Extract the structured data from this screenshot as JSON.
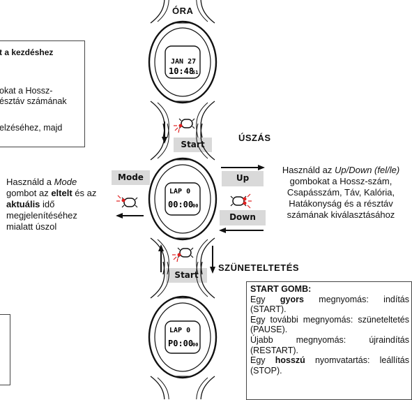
{
  "headings": {
    "ora": "ÓRA",
    "uszas": "ÚSZÁS",
    "szunet": "SZÜNETELTETÉS"
  },
  "top_left_box": {
    "title": "t a kezdéshez",
    "line1": "okat a Hossz-",
    "line2": "észtáv számának",
    "line3": "elzéséhez, majd"
  },
  "buttons": {
    "start_top": "Start",
    "start_bottom": "Start",
    "mode": "Mode",
    "up": "Up",
    "down": "Down"
  },
  "watches": {
    "top": {
      "line1": "JAN 27",
      "line2": "10:48",
      "sec": "51"
    },
    "middle": {
      "line1": "LAP  0",
      "line2": "00:00",
      "sec": "00"
    },
    "bottom": {
      "line1": "LAP  0",
      "line2": "P0:00",
      "sec": "00"
    }
  },
  "mode_note": {
    "p1": "Használd a ",
    "mode_word": "Mode",
    "p2": " gombot az ",
    "b1": "eltelt",
    "p3": " és az ",
    "b2": "aktuális",
    "p4": " idő megjelenítéséhez mialatt úszol"
  },
  "updown_note": {
    "p1": "Használd az ",
    "em": "Up/Down (fel/le)",
    "p2": " gombokat a Hossz-szám, Csapásszám, Táv, Kalória, Hatákonyság és a résztáv számának kiválasztásához"
  },
  "start_box": {
    "title": "START GOMB:",
    "l1a": "Egy ",
    "l1b": "gyors",
    "l1c": " megnyomás: indítás (START).",
    "l2": "Egy további megnyomás: szüneteltetés (PAUSE).",
    "l3": "Újabb megnyomás: újraindítás (RESTART).",
    "l4a": "Egy ",
    "l4b": "hosszú",
    "l4c": " nyomvatartás: leállítás (STOP)."
  }
}
